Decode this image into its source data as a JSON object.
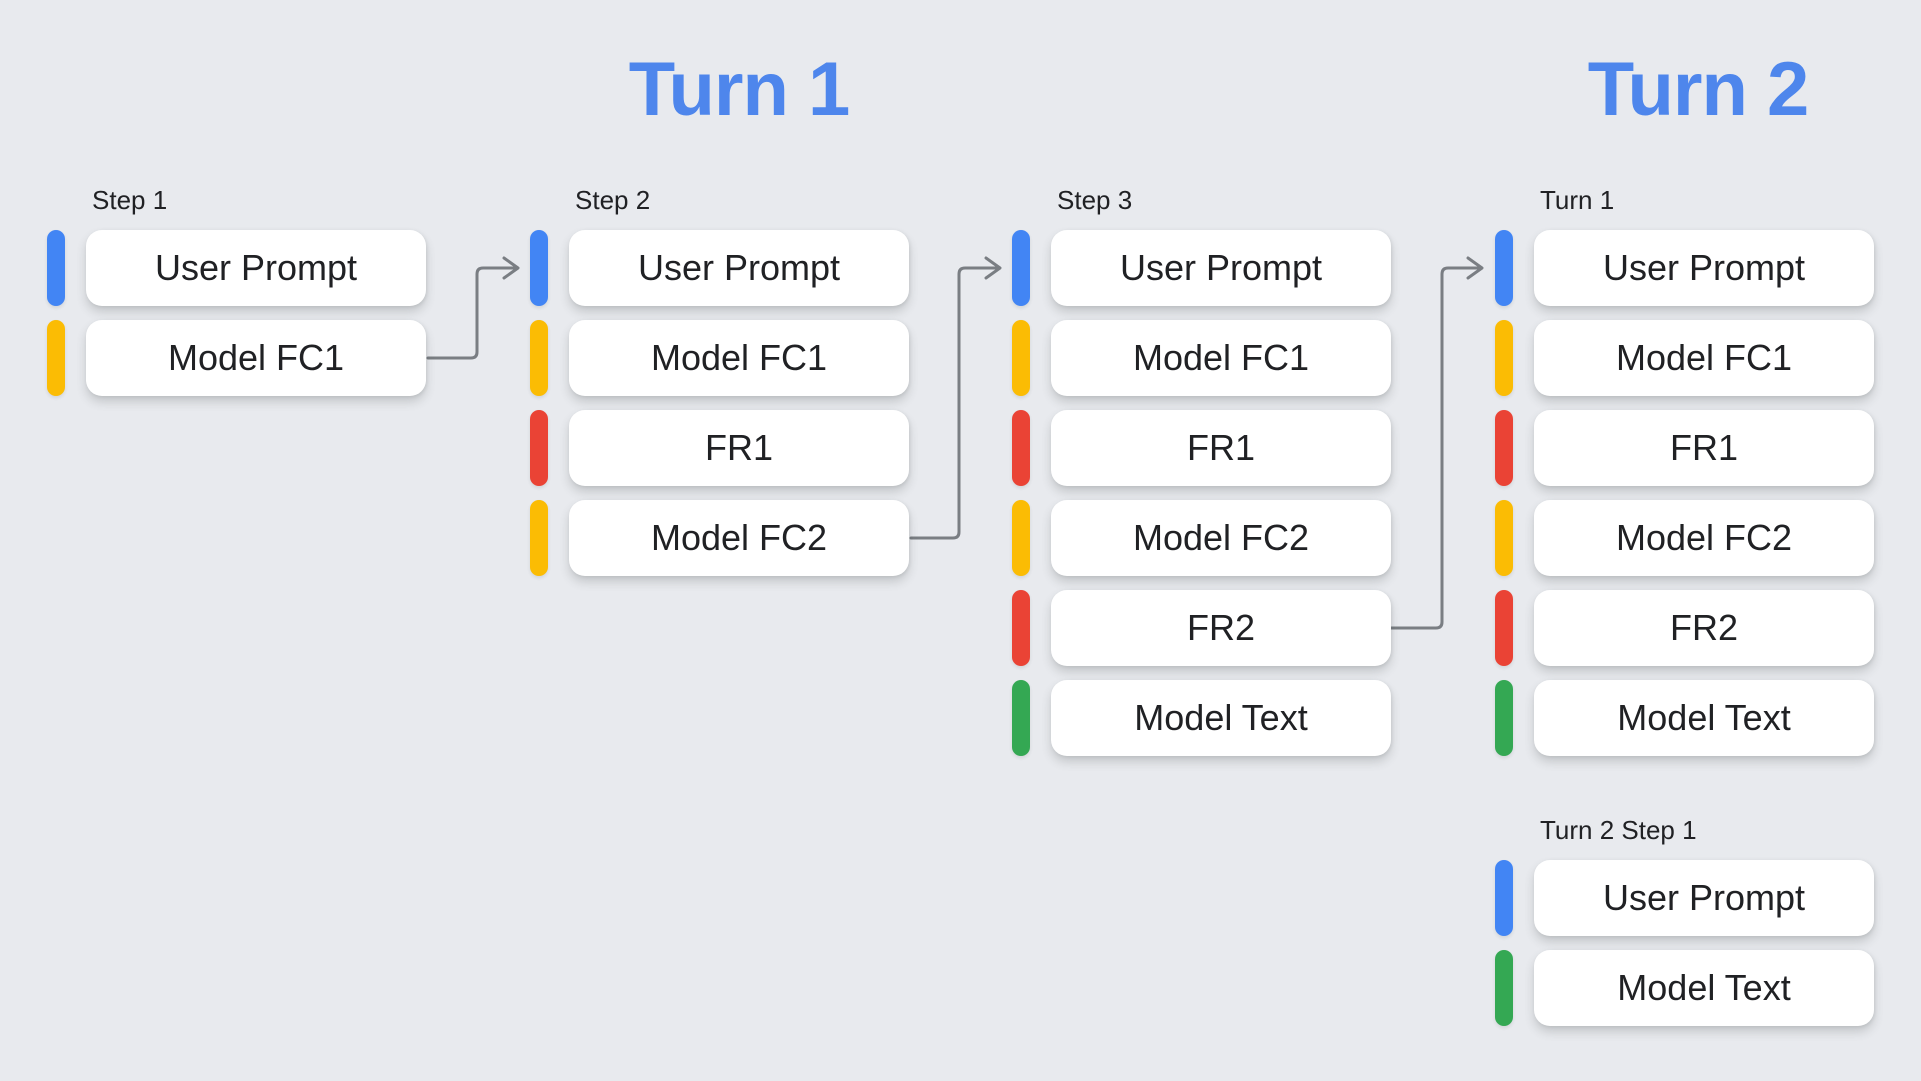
{
  "titles": {
    "turn1": "Turn 1",
    "turn2": "Turn 2"
  },
  "colors": {
    "background": "#E8EAEE",
    "box_fill": "#FFFFFF",
    "text": "#202124",
    "title_blue": "#4E86EC",
    "arrow_gray": "#7A7E83",
    "bars": {
      "blue": "#4285F4",
      "yellow": "#FBBC04",
      "red": "#EA4335",
      "green": "#34A853"
    }
  },
  "columns": [
    {
      "label": "Step 1",
      "items": [
        {
          "text": "User Prompt",
          "color": "blue"
        },
        {
          "text": "Model FC1",
          "color": "yellow"
        }
      ]
    },
    {
      "label": "Step 2",
      "items": [
        {
          "text": "User Prompt",
          "color": "blue"
        },
        {
          "text": "Model FC1",
          "color": "yellow"
        },
        {
          "text": "FR1",
          "color": "red"
        },
        {
          "text": "Model FC2",
          "color": "yellow"
        }
      ]
    },
    {
      "label": "Step 3",
      "items": [
        {
          "text": "User Prompt",
          "color": "blue"
        },
        {
          "text": "Model FC1",
          "color": "yellow"
        },
        {
          "text": "FR1",
          "color": "red"
        },
        {
          "text": "Model FC2",
          "color": "yellow"
        },
        {
          "text": "FR2",
          "color": "red"
        },
        {
          "text": "Model Text",
          "color": "green"
        }
      ]
    },
    {
      "label": "Turn 1",
      "items": [
        {
          "text": "User Prompt",
          "color": "blue"
        },
        {
          "text": "Model FC1",
          "color": "yellow"
        },
        {
          "text": "FR1",
          "color": "red"
        },
        {
          "text": "Model FC2",
          "color": "yellow"
        },
        {
          "text": "FR2",
          "color": "red"
        },
        {
          "text": "Model Text",
          "color": "green"
        }
      ]
    },
    {
      "label": "Turn 2 Step 1",
      "items": [
        {
          "text": "User Prompt",
          "color": "blue"
        },
        {
          "text": "Model Text",
          "color": "green"
        }
      ]
    }
  ]
}
